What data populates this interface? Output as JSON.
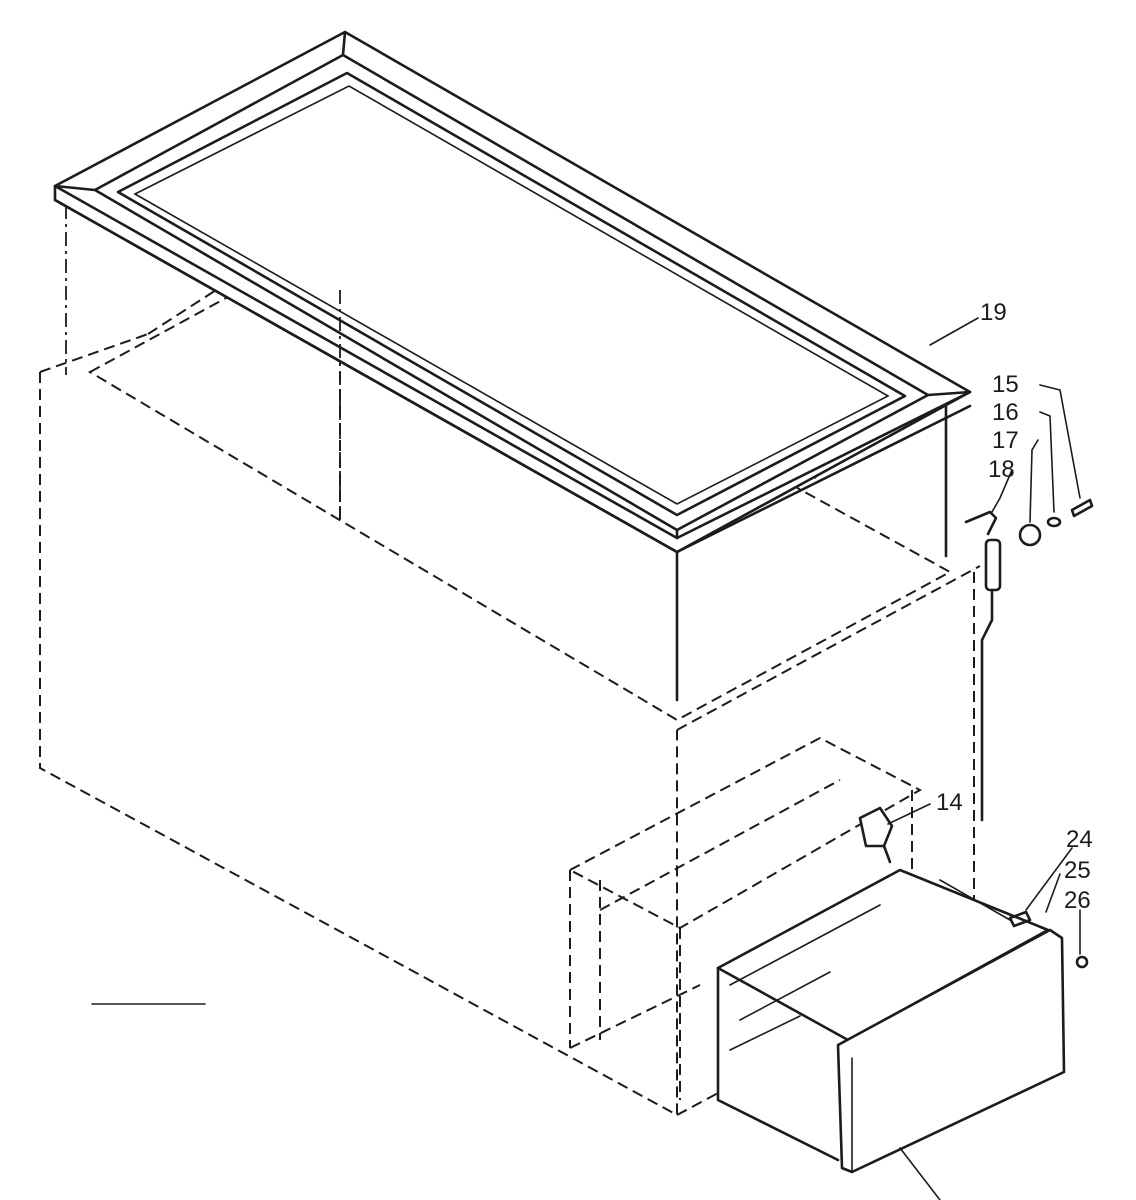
{
  "diagram": {
    "callouts": [
      "19",
      "15",
      "16",
      "17",
      "18",
      "14",
      "24",
      "25",
      "26"
    ]
  },
  "colors": {
    "ink": "#1c1c1c",
    "paper": "#ffffff"
  }
}
